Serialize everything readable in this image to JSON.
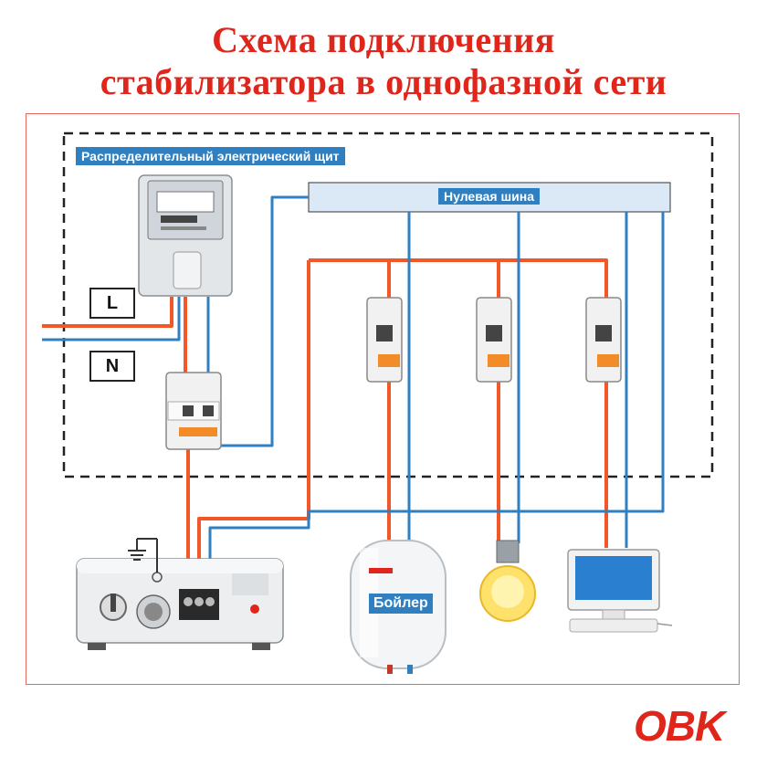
{
  "title": {
    "line1": "Схема подключения",
    "line2": "стабилизатора в однофазной сети"
  },
  "panel": {
    "label": "Распределительный электрический щит"
  },
  "bus": {
    "label": "Нулевая шина"
  },
  "wires": {
    "line_tag": "L",
    "neutral_tag": "N"
  },
  "loads": {
    "boiler_label": "Бойлер"
  },
  "brand": {
    "logo": "OBK"
  },
  "colors": {
    "accent": "#e0251b",
    "phase": "#f2572a",
    "neutral": "#2f7fc1",
    "label_bg": "#2f7fc1"
  }
}
